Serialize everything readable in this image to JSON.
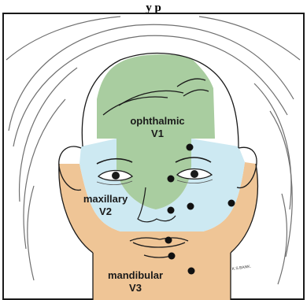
{
  "header_text": "y p",
  "regions": [
    {
      "name": "ophthalmic",
      "code": "V1",
      "color": "#a9cda0"
    },
    {
      "name": "maxillary",
      "code": "V2",
      "color": "#cde9f2"
    },
    {
      "name": "mandibular",
      "code": "V3",
      "color": "#efc596"
    }
  ],
  "signature": "K.S.BANK.",
  "colors": {
    "line": "#1a1a1a",
    "hair": "#6f6f6f",
    "dot": "#111111"
  }
}
